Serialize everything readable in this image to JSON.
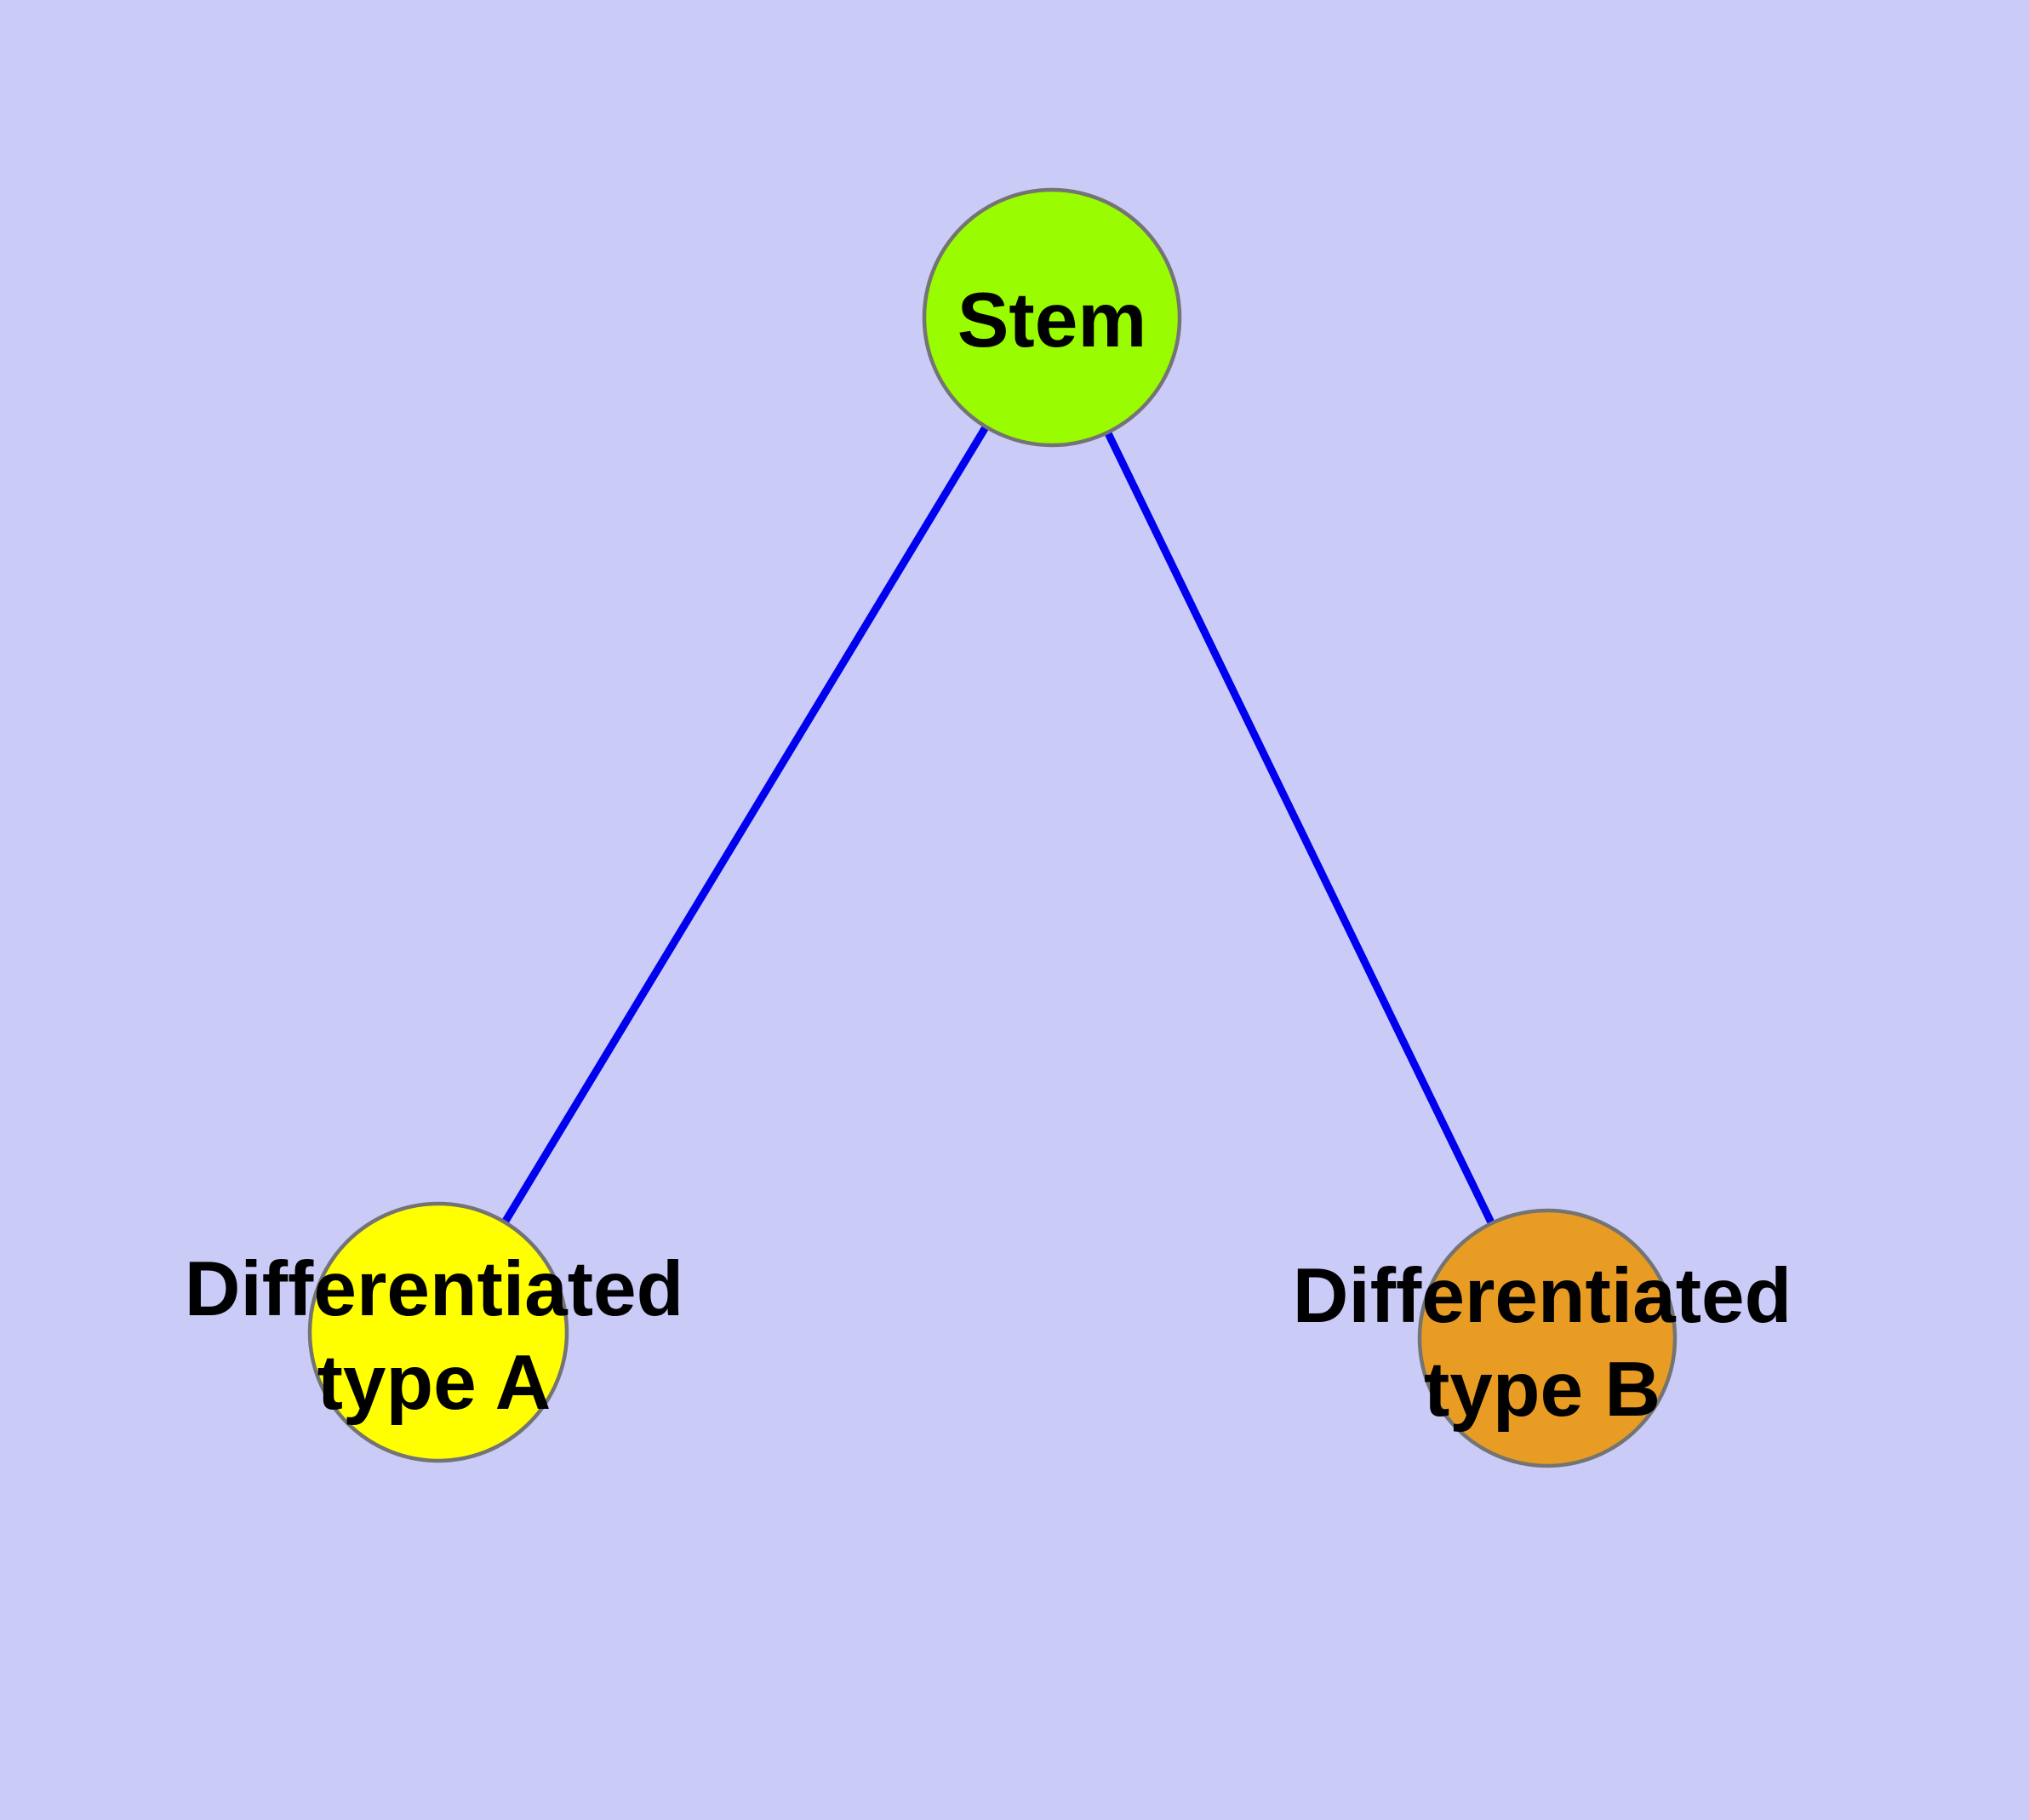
{
  "diagram": {
    "title": "",
    "background_color": "#CBCBF8",
    "edge_color": "#0000EE",
    "node_border_color": "#747474",
    "label_color": "#000000",
    "nodes": [
      {
        "id": "stem",
        "label": "Stem",
        "label_lines": [
          "Stem"
        ],
        "color": "#99FC00"
      },
      {
        "id": "differentiated-type-a",
        "label": "Differentiated type A",
        "label_lines": [
          "Differentiated",
          "type A"
        ],
        "color": "#FFFF00"
      },
      {
        "id": "differentiated-type-b",
        "label": "Differentiated type B",
        "label_lines": [
          "Differentiated",
          "type B"
        ],
        "color": "#E89C23"
      }
    ],
    "edges": [
      {
        "from": "Stem",
        "to": "Differentiated type A"
      },
      {
        "from": "Stem",
        "to": "Differentiated type B"
      }
    ]
  }
}
